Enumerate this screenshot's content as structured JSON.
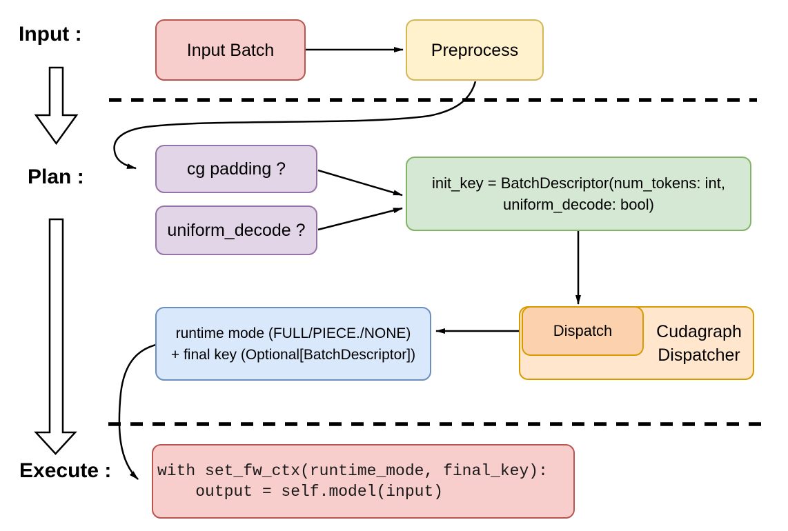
{
  "stage_labels": {
    "input": "Input :",
    "plan": "Plan :",
    "execute": "Execute :"
  },
  "nodes": {
    "input_batch": {
      "label": "Input Batch"
    },
    "preprocess": {
      "label": "Preprocess"
    },
    "cg_padding": {
      "label": "cg padding ?"
    },
    "uniform_decode": {
      "label": "uniform_decode ?"
    },
    "init_key": {
      "line1": "init_key = BatchDescriptor(num_tokens: int,",
      "line2": "uniform_decode: bool)"
    },
    "dispatch": {
      "label": "Dispatch"
    },
    "cudagraph_dispatcher": {
      "line1": "Cudagraph",
      "line2": "Dispatcher"
    },
    "runtime_mode": {
      "line1": "runtime mode (FULL/PIECE./NONE)",
      "line2": "+ final key (Optional[BatchDescriptor])"
    },
    "execute_code": {
      "line1": "with set_fw_ctx(runtime_mode, final_key):",
      "line2": "    output = self.model(input)"
    }
  },
  "colors": {
    "red_fill": "#f8cecc",
    "red_border": "#b85450",
    "yellow_fill": "#fff2cc",
    "yellow_border": "#d6b656",
    "purple_fill": "#e1d5e7",
    "purple_border": "#9673a6",
    "green_fill": "#d5e8d4",
    "green_border": "#82b366",
    "blue_fill": "#dae8fc",
    "blue_border": "#6c8ebf",
    "orange_fill": "#ffe6cc",
    "orange_inner_fill": "#fbd2ad",
    "orange_border": "#d79b00",
    "line": "#000000"
  }
}
